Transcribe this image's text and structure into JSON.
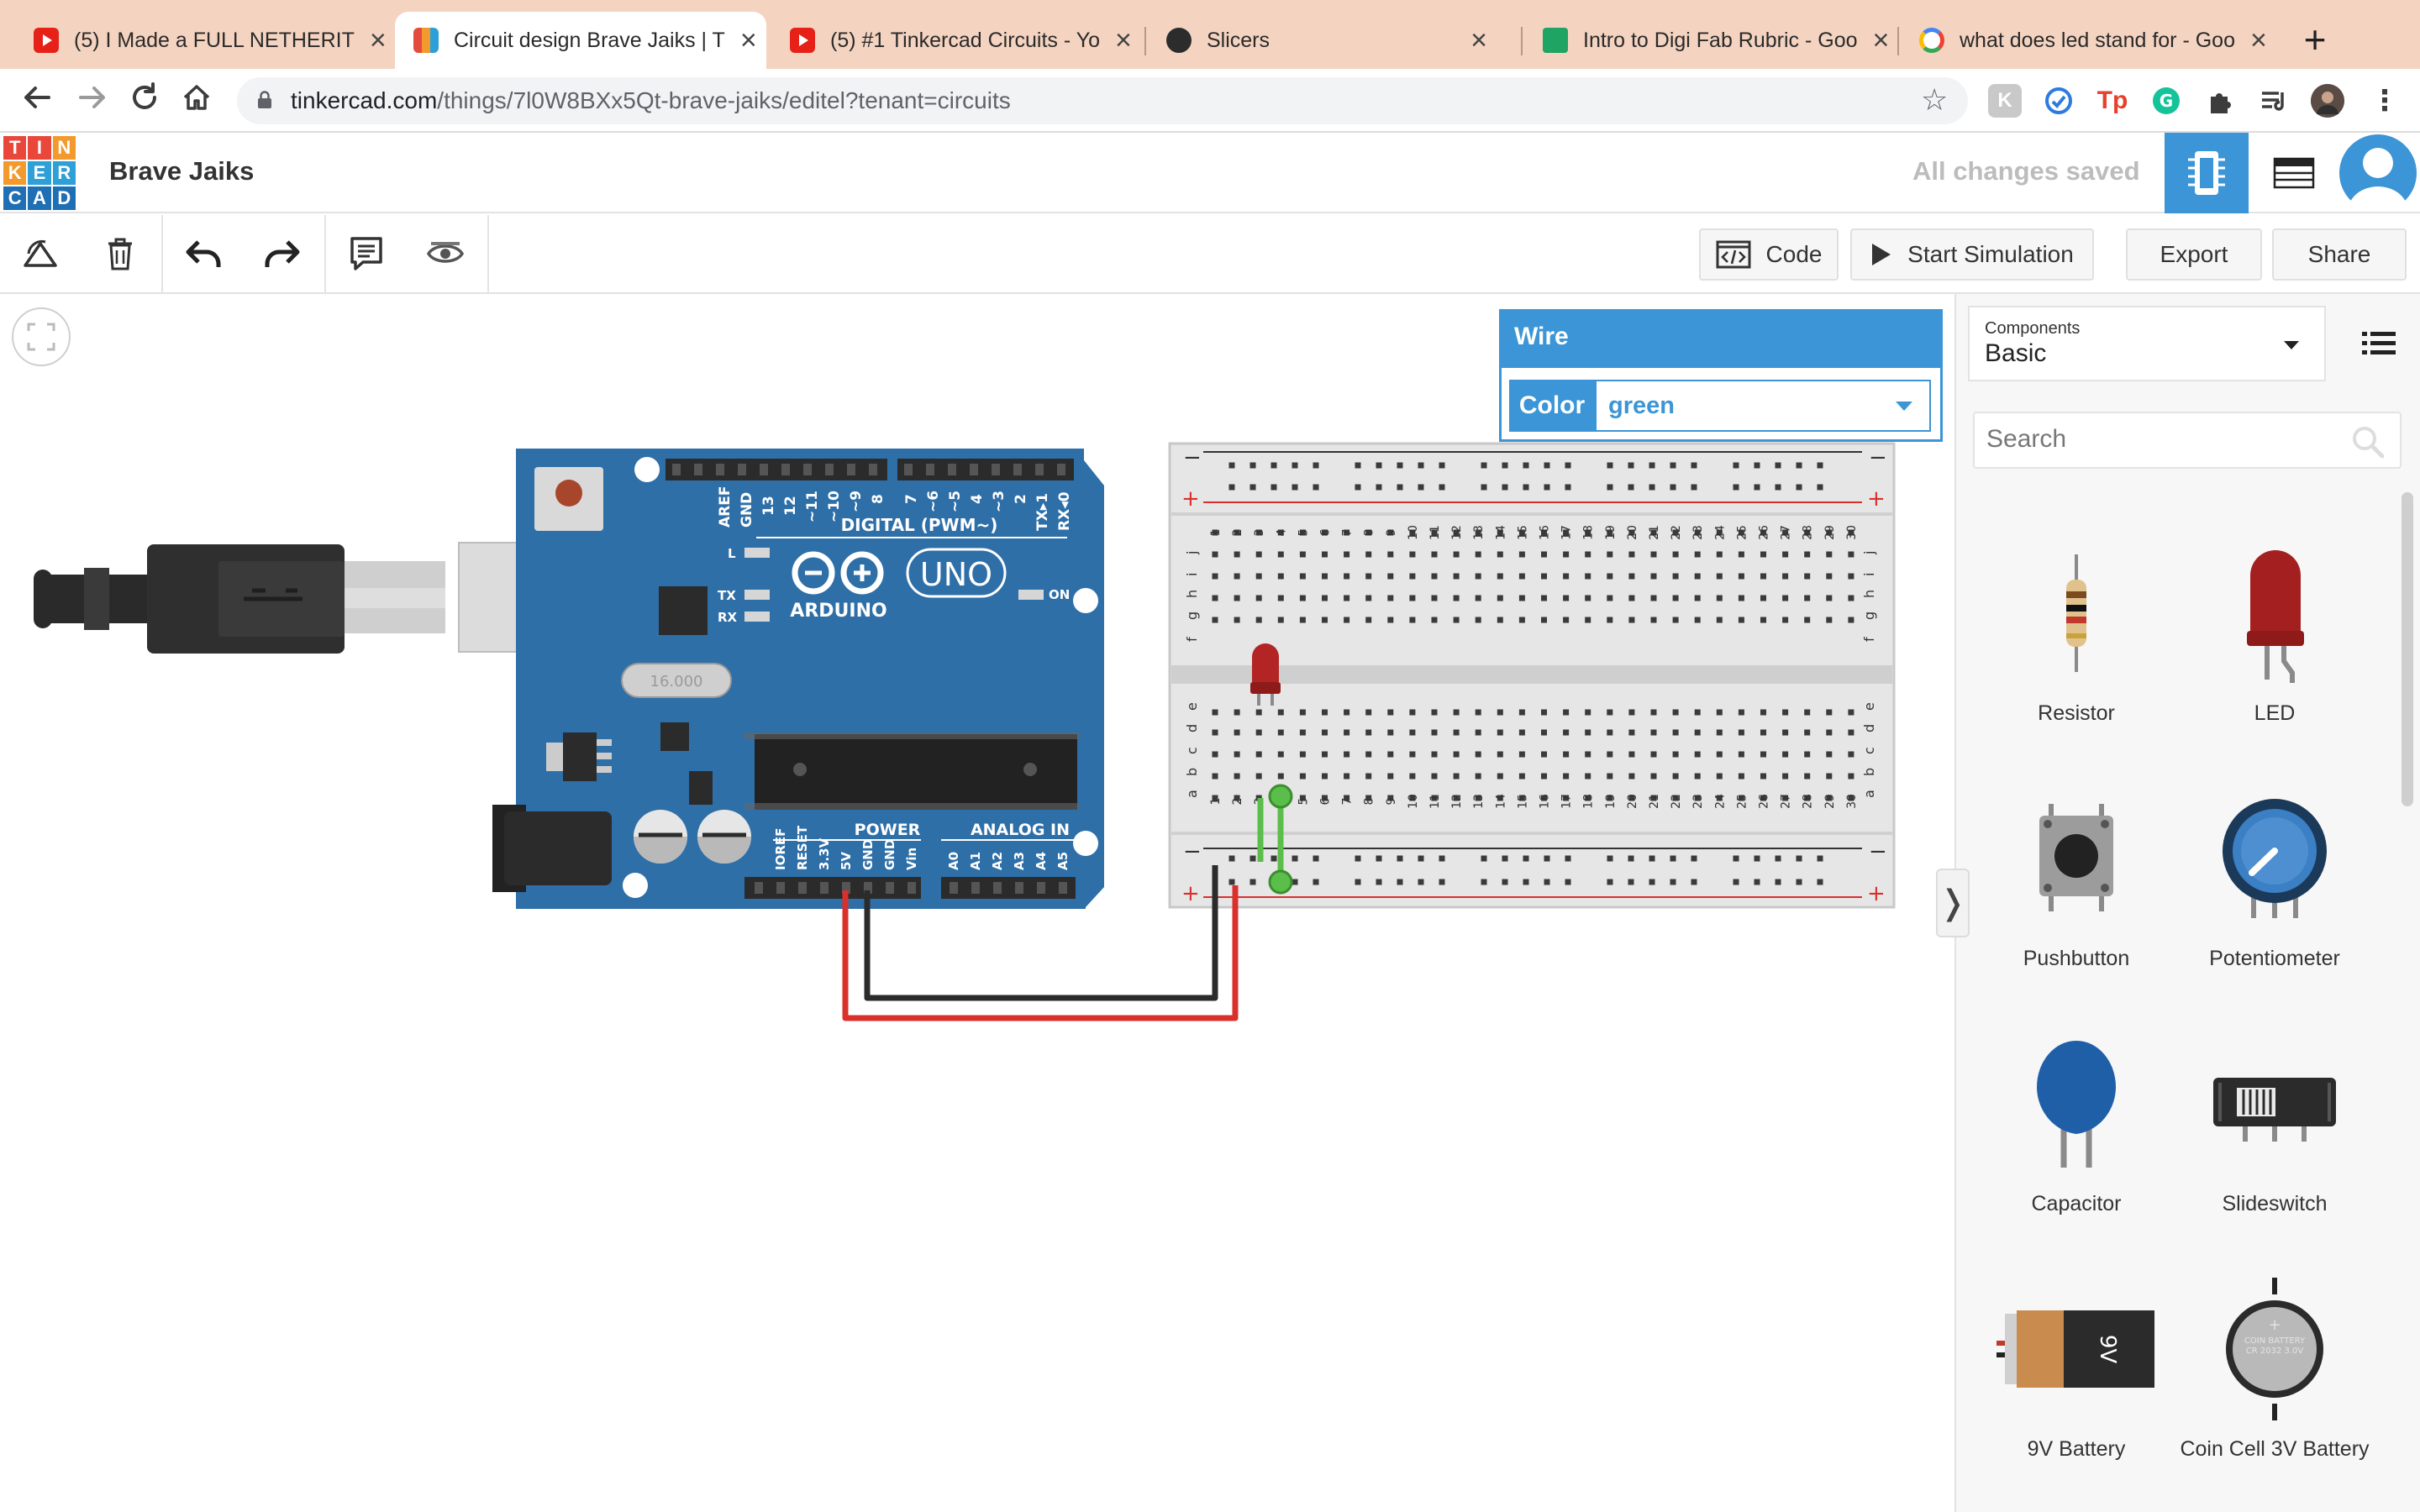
{
  "browser": {
    "tabs": [
      {
        "title": "(5) I Made a FULL NETHERIT",
        "icon": "youtube-icon",
        "active": false
      },
      {
        "title": "Circuit design Brave Jaiks | T",
        "icon": "tinkercad-icon",
        "active": true
      },
      {
        "title": "(5) #1 Tinkercad Circuits - Yo",
        "icon": "youtube-icon",
        "active": false
      },
      {
        "title": "Slicers",
        "icon": "globe-icon",
        "active": false
      },
      {
        "title": "Intro to Digi Fab Rubric - Goo",
        "icon": "sheets-icon",
        "active": false
      },
      {
        "title": "what does led stand for - Goo",
        "icon": "google-icon",
        "active": false
      }
    ],
    "close_glyph": "×",
    "new_tab_glyph": "+",
    "url_host": "tinkercad.com",
    "url_path": "/things/7l0W8BXx5Qt-brave-jaiks/editel?tenant=circuits"
  },
  "header": {
    "logo_letters": [
      "T",
      "I",
      "N",
      "K",
      "E",
      "R",
      "C",
      "A",
      "D"
    ],
    "logo_colors": [
      "#e8473a",
      "#e8473a",
      "#f29a2e",
      "#f29a2e",
      "#2f9fd7",
      "#2f9fd7",
      "#1f6fb5",
      "#1f6fb5",
      "#1f6fb5"
    ],
    "design_name": "Brave Jaiks",
    "save_status": "All changes saved"
  },
  "toolbar": {
    "code_label": "Code",
    "simulate_label": "Start Simulation",
    "export_label": "Export",
    "share_label": "Share"
  },
  "inspector": {
    "title": "Wire",
    "color_label": "Color",
    "color_value": "green"
  },
  "canvas": {
    "arduino": {
      "brand": "ARDUINO",
      "model": "UNO",
      "digital_label": "DIGITAL (PWM~)",
      "power_label": "POWER",
      "analog_label": "ANALOG IN",
      "on_label": "ON",
      "l_label": "L",
      "tx_label": "TX",
      "rx_label": "RX",
      "top_pins": [
        "AREF",
        "GND",
        "13",
        "12",
        "~11",
        "~10",
        "~9",
        "8",
        "7",
        "~6",
        "~5",
        "4",
        "~3",
        "2",
        "TX▸1",
        "RX◂0"
      ],
      "power_pins": [
        "IOREF",
        "RESET",
        "3.3V",
        "5V",
        "GND",
        "GND",
        "Vin"
      ],
      "analog_pins": [
        "A0",
        "A1",
        "A2",
        "A3",
        "A4",
        "A5"
      ],
      "crystal_label": "16.000"
    },
    "breadboard": {
      "row_letters_top": [
        "j",
        "i",
        "h",
        "g",
        "f"
      ],
      "row_letters_bottom": [
        "e",
        "d",
        "c",
        "b",
        "a"
      ],
      "minus": "−",
      "plus": "+"
    },
    "wire_colors": {
      "power": "#d9302c",
      "ground": "#2b2b2b",
      "selected": "#5bbd4a",
      "led": "#9b1f1f"
    }
  },
  "panel": {
    "dropdown_label": "Components",
    "dropdown_value": "Basic",
    "search_placeholder": "Search",
    "components": [
      {
        "label": "Resistor",
        "icon": "resistor-icon"
      },
      {
        "label": "LED",
        "icon": "led-icon"
      },
      {
        "label": "Pushbutton",
        "icon": "pushbutton-icon"
      },
      {
        "label": "Potentiometer",
        "icon": "potentiometer-icon"
      },
      {
        "label": "Capacitor",
        "icon": "capacitor-icon"
      },
      {
        "label": "Slideswitch",
        "icon": "slideswitch-icon"
      },
      {
        "label": "9V Battery",
        "icon": "battery-9v-icon",
        "marking": "9V"
      },
      {
        "label": "Coin Cell 3V Battery",
        "icon": "coin-cell-icon",
        "marking": "COIN BATTERY CR 2032 3.0V"
      }
    ],
    "toggle_glyph": "❭"
  },
  "colors": {
    "accent": "#3b95d6",
    "board": "#2f6fa8",
    "tab_strip": "#f4d3c0"
  }
}
